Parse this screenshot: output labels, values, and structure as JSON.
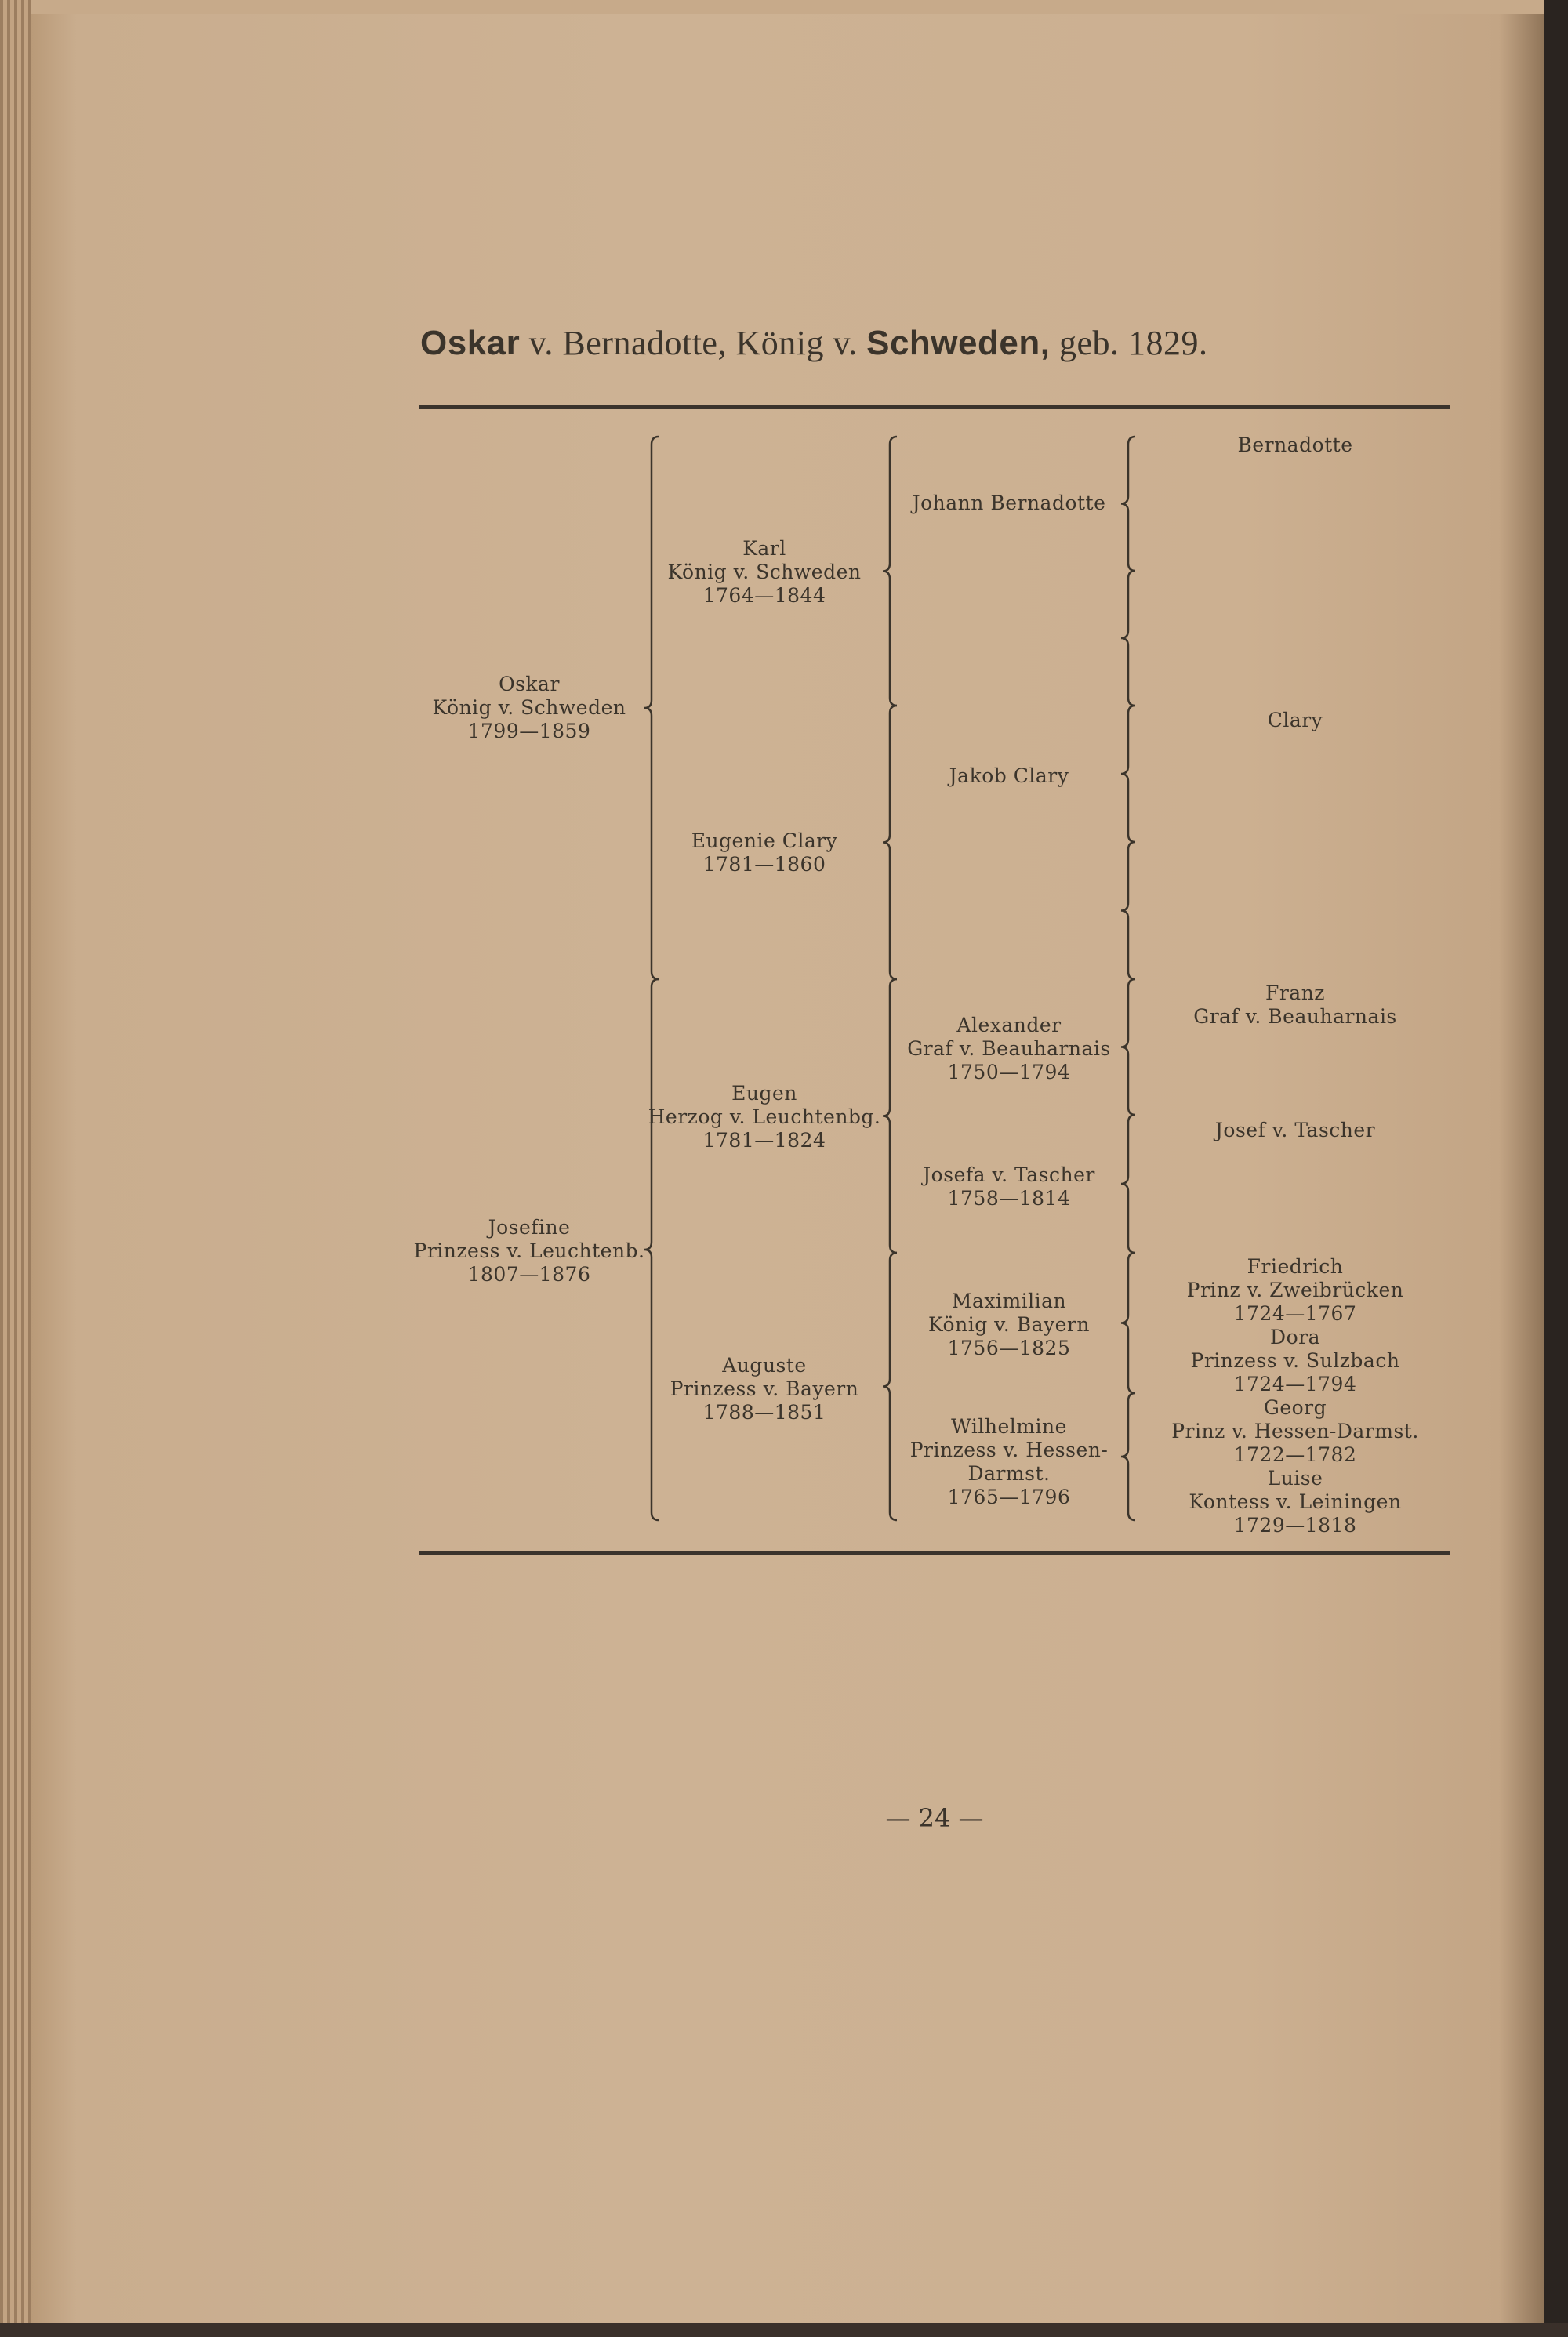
{
  "title": {
    "name": "Oskar",
    "rest1": " v. Bernadotte, König v. ",
    "country": "Schweden,",
    "rest2": " geb. 1829."
  },
  "generation1": [
    {
      "lines": [
        "Oskar",
        "König v. Schweden",
        "1799—1859"
      ]
    },
    {
      "lines": [
        "Josefine",
        "Prinzess v. Leuchtenb.",
        "1807—1876"
      ]
    }
  ],
  "generation2": [
    {
      "lines": [
        "Karl",
        "König v. Schweden",
        "1764—1844"
      ]
    },
    {
      "lines": [
        "Eugenie Clary",
        "1781—1860"
      ]
    },
    {
      "lines": [
        "Eugen",
        "Herzog v. Leuchtenbg.",
        "1781—1824"
      ]
    },
    {
      "lines": [
        "Auguste",
        "Prinzess v. Bayern",
        "1788—1851"
      ]
    }
  ],
  "generation3": [
    {
      "lines": [
        "Johann Bernadotte"
      ]
    },
    {
      "lines": [
        "Jakob Clary"
      ]
    },
    {
      "lines": [
        "Alexander",
        "Graf v. Beauharnais",
        "1750—1794"
      ]
    },
    {
      "lines": [
        "Josefa v. Tascher",
        "1758—1814"
      ]
    },
    {
      "lines": [
        "Maximilian",
        "König v. Bayern",
        "1756—1825"
      ]
    },
    {
      "lines": [
        "Wilhelmine",
        "Prinzess v. Hessen-",
        "Darmst.",
        "1765—1796"
      ]
    }
  ],
  "generation4": [
    {
      "lines": [
        "Bernadotte"
      ]
    },
    {
      "lines": [
        "Clary"
      ]
    },
    {
      "lines": [
        "Franz",
        "Graf v. Beauharnais"
      ]
    },
    {
      "lines": [
        "Josef v. Tascher"
      ]
    },
    {
      "lines": [
        "Friedrich",
        "Prinz v. Zweibrücken",
        "1724—1767",
        "Dora",
        "Prinzess v. Sulzbach",
        "1724—1794",
        "Georg",
        "Prinz v. Hessen-Darmst.",
        "1722—1782",
        "Luise",
        "Kontess v. Leiningen",
        "1729—1818"
      ]
    }
  ],
  "page_number": "— 24 —"
}
